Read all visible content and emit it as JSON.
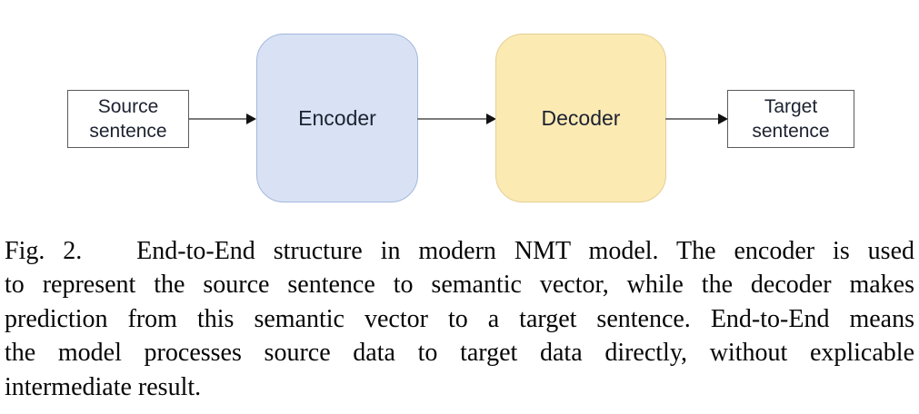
{
  "colors": {
    "canvas-bg": "#ffffff",
    "encoder-fill": "#d8e2f4",
    "encoder-border": "#a3b7dd",
    "decoder-fill": "#fceab3",
    "decoder-border": "#e4cf94",
    "plain-box-fill": "#ffffff",
    "plain-box-border": "#5b5b5b",
    "arrow-line": "#7a7a7a",
    "arrow-head": "#111111",
    "node-text": "#1c2230",
    "caption-text": "#060606"
  },
  "diagram": {
    "source": {
      "line1": "Source",
      "line2": "sentence"
    },
    "encoder": {
      "label": "Encoder"
    },
    "decoder": {
      "label": "Decoder"
    },
    "target": {
      "line1": "Target",
      "line2": "sentence"
    }
  },
  "caption": {
    "lines": [
      "Fig. 2.   End-to-End structure in modern NMT model. The encoder is used",
      "to represent the source sentence to semantic vector, while the decoder makes",
      "prediction from this semantic vector to a target sentence. End-to-End means",
      "the model processes source data to target data directly, without explicable",
      "intermediate result."
    ]
  }
}
